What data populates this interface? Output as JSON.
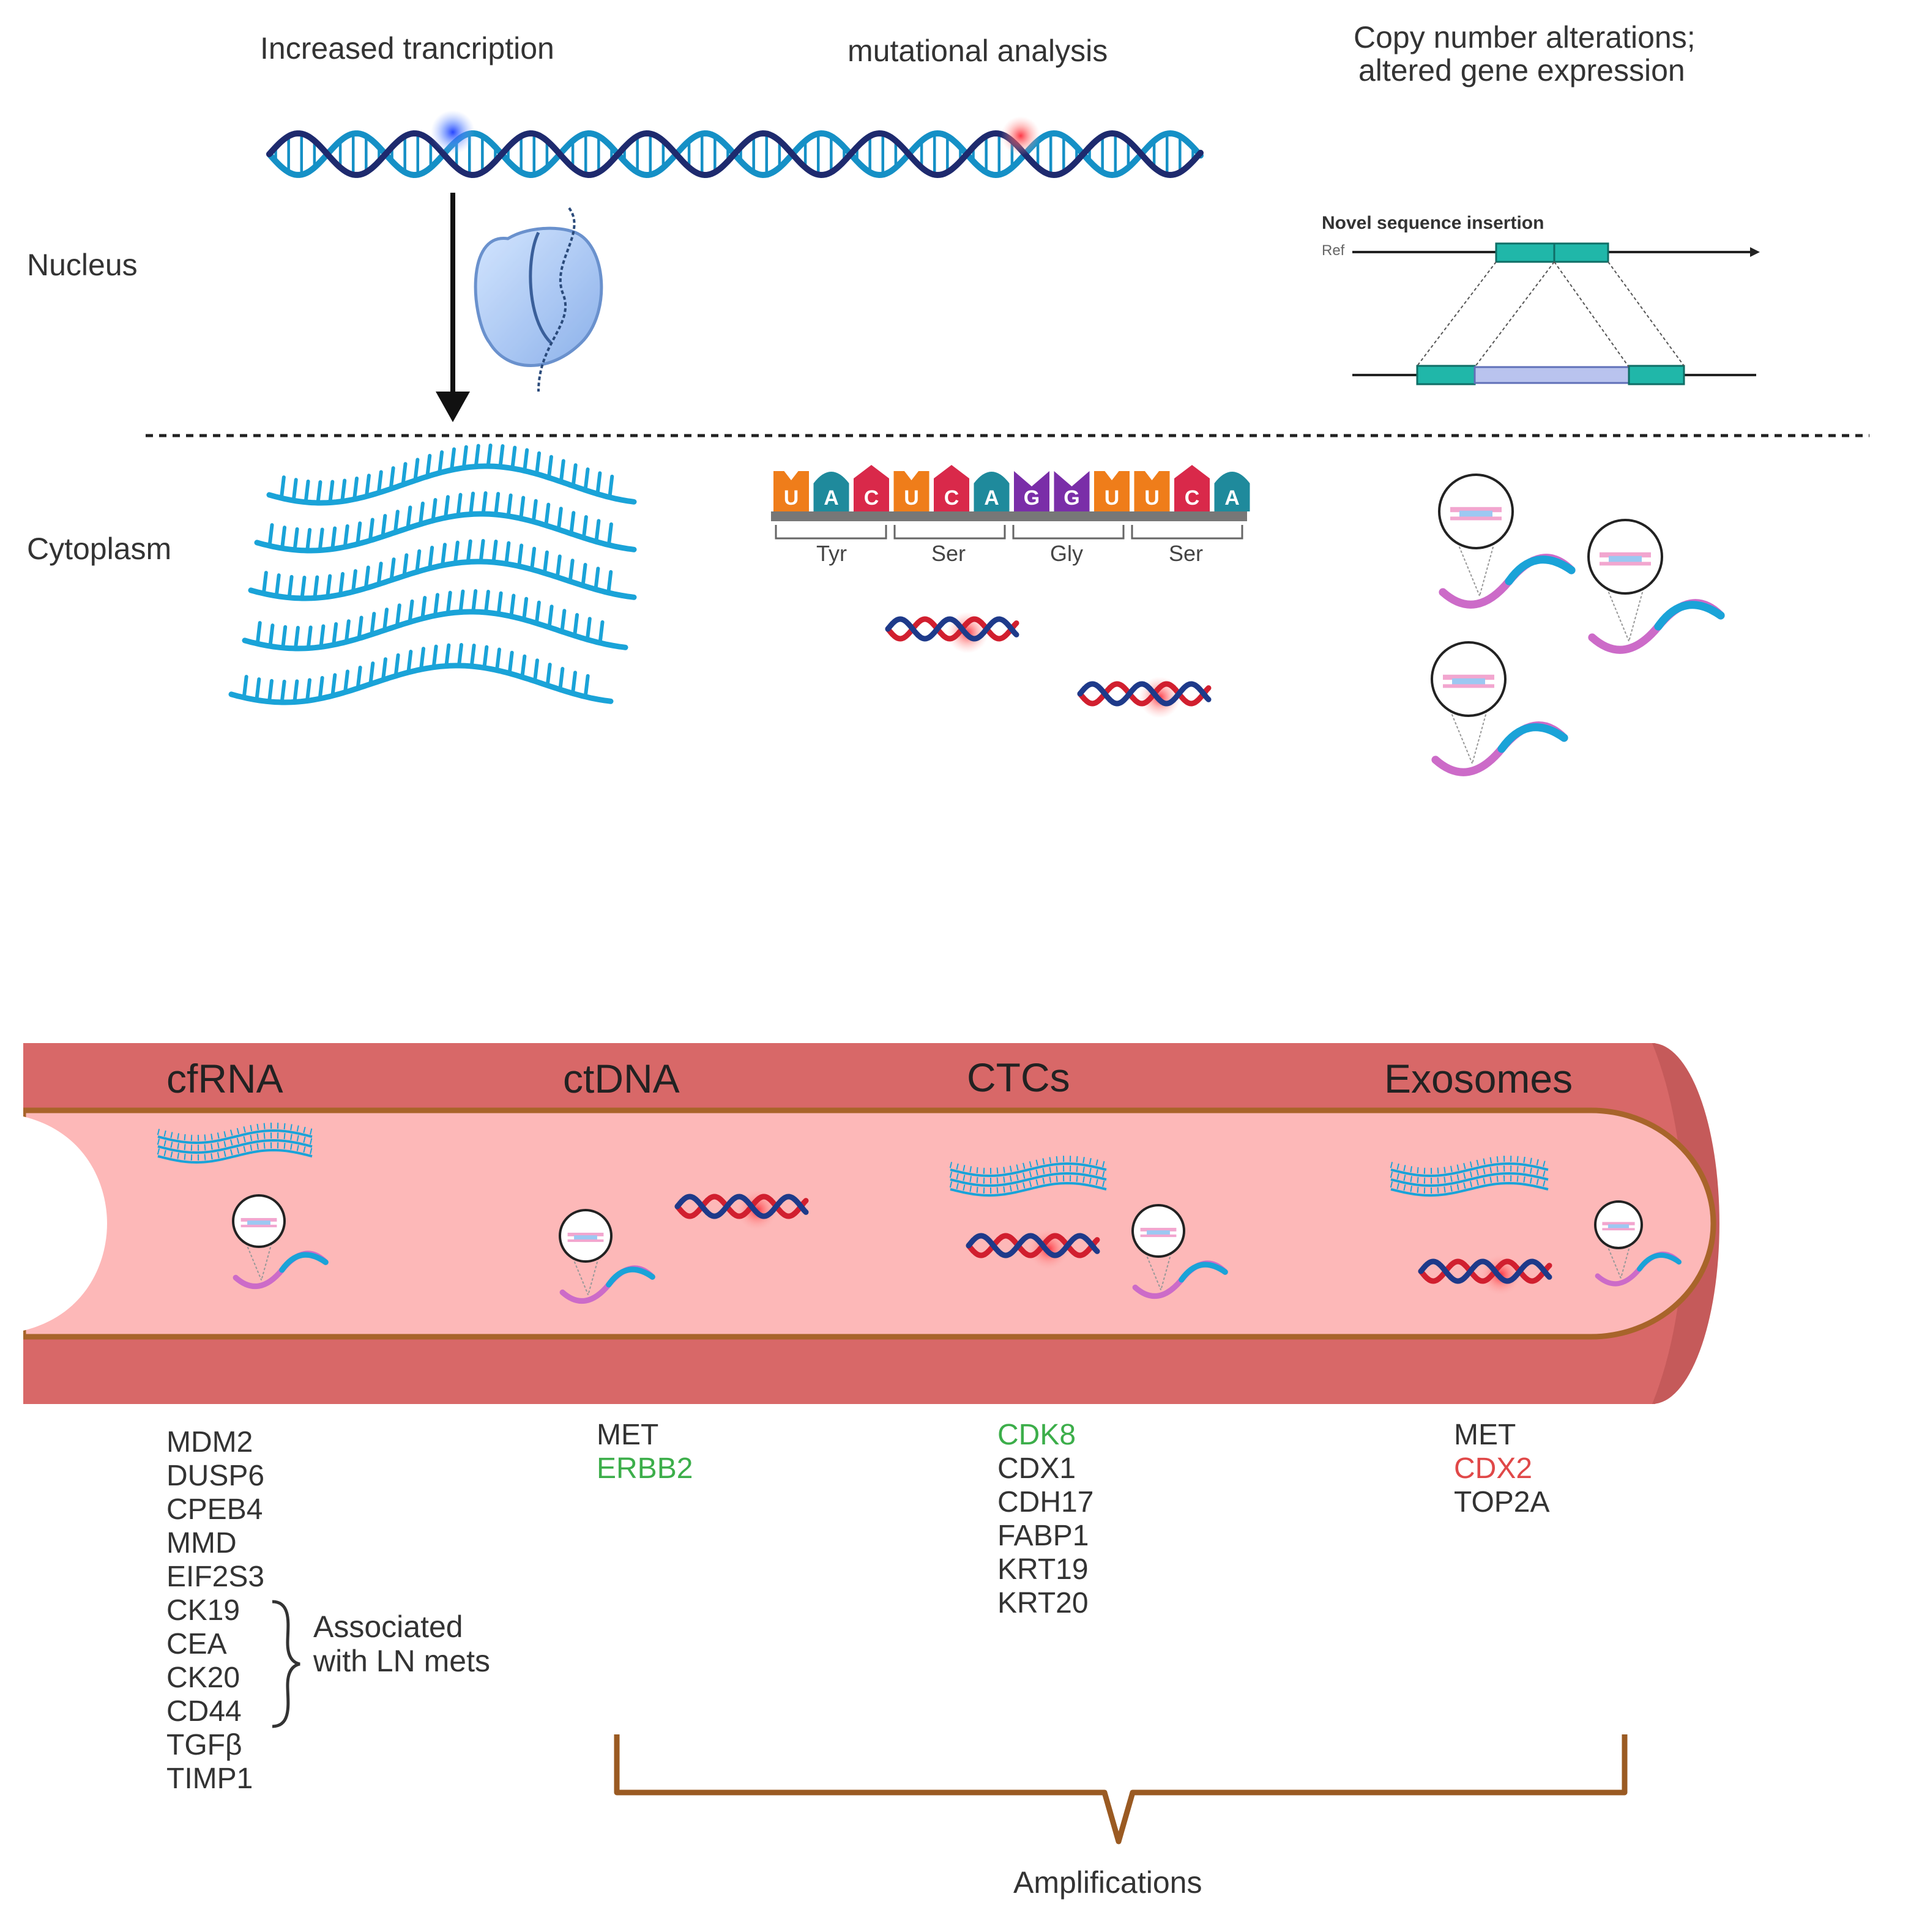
{
  "top_labels": {
    "transcription": "Increased trancription",
    "mutational": "mutational analysis",
    "copy_line1": "Copy number alterations;",
    "copy_line2": "altered gene expression"
  },
  "compartments": {
    "nucleus": "Nucleus",
    "cytoplasm": "Cytoplasm"
  },
  "insertion": {
    "title": "Novel sequence insertion",
    "ref": "Ref"
  },
  "codons": {
    "bases": [
      "U",
      "A",
      "C",
      "U",
      "C",
      "A",
      "G",
      "G",
      "U",
      "U",
      "C",
      "A"
    ],
    "amino_acids": [
      "Tyr",
      "Ser",
      "Gly",
      "Ser"
    ]
  },
  "vessel": {
    "headers": [
      "cfRNA",
      "ctDNA",
      "CTCs",
      "Exosomes"
    ]
  },
  "gene_lists": {
    "cfrna": [
      "MDM2",
      "DUSP6",
      "CPEB4",
      "MMD",
      "EIF2S3",
      "CK19",
      "CEA",
      "CK20",
      "CD44",
      "TGFβ",
      "TIMP1"
    ],
    "ctdna": [
      "MET",
      "ERBB2"
    ],
    "ctcs": [
      "CDK8",
      "CDX1",
      "CDH17",
      "FABP1",
      "KRT19",
      "KRT20"
    ],
    "exosomes": [
      "MET",
      "CDX2",
      "TOP2A"
    ]
  },
  "ln_note": {
    "line1": "Associated",
    "line2": "with LN mets"
  },
  "amplifications": "Amplifications",
  "colors": {
    "dna_blue": "#1590c6",
    "dna_navy": "#1e2a6e",
    "rna_blue": "#1aa3d8",
    "vessel_wall": "#d86868",
    "vessel_dark": "#c55a5a",
    "vessel_lumen": "#fdb8b8",
    "vessel_rim": "#a8642a",
    "green": "#3cae4a",
    "red": "#e04848",
    "bracket": "#9a5a22",
    "teal": "#20b7a9",
    "base_U": "#ef7d1a",
    "base_A": "#1f8a9c",
    "base_C": "#d9294a",
    "base_G": "#7a2ea8"
  }
}
